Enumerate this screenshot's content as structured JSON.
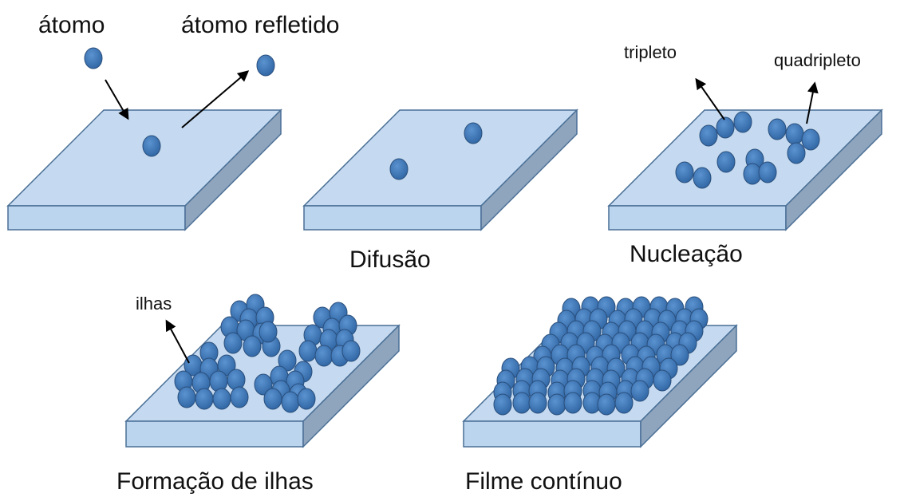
{
  "labels": {
    "atom": "átomo",
    "reflected_atom": "átomo refletido",
    "diffusion": "Difusão",
    "nucleation": "Nucleação",
    "triplet": "tripleto",
    "quadruplet": "quadripleto",
    "islands": "ilhas",
    "island_formation": "Formação de ilhas",
    "continuous_film": "Filme contínuo"
  },
  "colors": {
    "slab_top": "#c5daf0",
    "slab_front": "#bcd5ee",
    "slab_side": "#8fa5bd",
    "slab_stroke": "#4a6f96",
    "atom_fill": "#3f78b8",
    "atom_stroke": "#2a4f7c",
    "arrow": "#000000"
  }
}
